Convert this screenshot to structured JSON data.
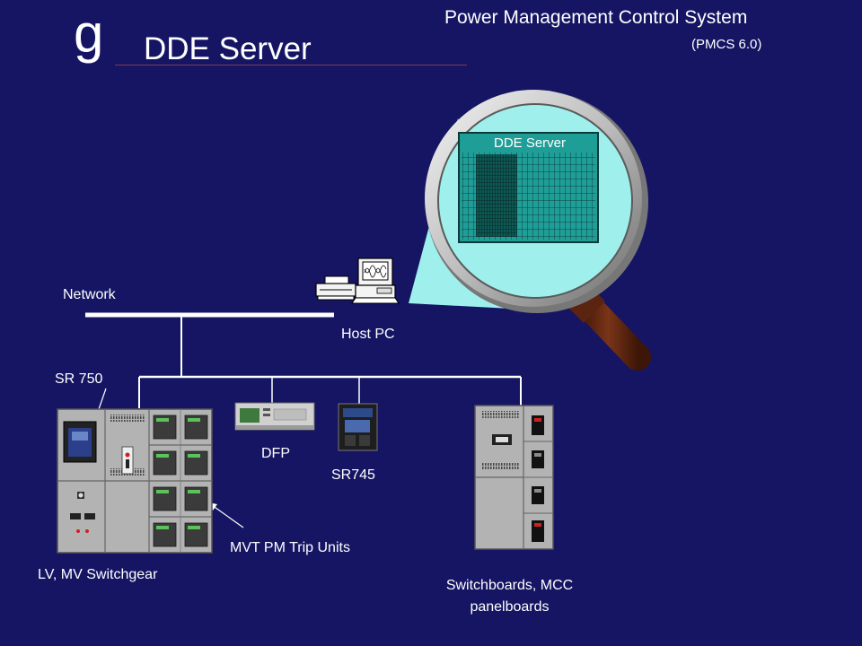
{
  "header": {
    "logo_glyph": "g",
    "title": "DDE Server",
    "system_name": "Power Management Control System",
    "version": "(PMCS 6.0)"
  },
  "magnifier": {
    "panel_title": "DDE Server"
  },
  "labels": {
    "network": "Network",
    "host_pc": "Host PC",
    "sr750": "SR 750",
    "dfp": "DFP",
    "sr745": "SR745",
    "mvt": "MVT PM Trip Units",
    "switchgear": "LV, MV Switchgear",
    "switchboards_line1": "Switchboards, MCC",
    "switchboards_line2": "panelboards"
  },
  "colors": {
    "background": "#151564",
    "lens": "#9ff0ec",
    "grid_panel": "#1f9e98",
    "cabinet": "#a8a8a8",
    "handle": "#6b2a14"
  }
}
